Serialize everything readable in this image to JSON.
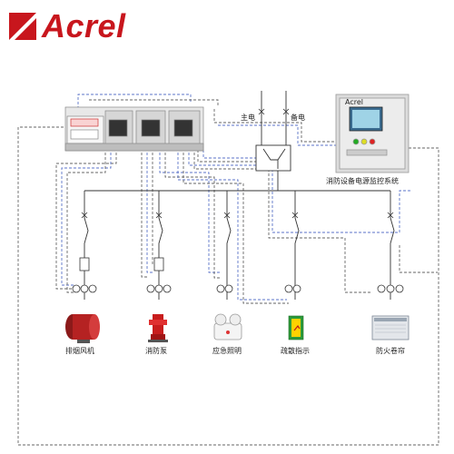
{
  "brand": {
    "name": "Acrel",
    "color": "#c8161d"
  },
  "colors": {
    "line": "#555555",
    "dash_gray": "#666666",
    "dash_blue": "#5b73c9"
  },
  "supply": {
    "main": "主电",
    "backup": "备电"
  },
  "monitor": {
    "label": "消防设备电源监控系统",
    "panel_logo": "Acrel"
  },
  "loads": [
    {
      "label": "排烟风机",
      "icon": "smoke-exhaust-fan-icon"
    },
    {
      "label": "消防泵",
      "icon": "fire-pump-icon"
    },
    {
      "label": "应急照明",
      "icon": "emergency-light-icon"
    },
    {
      "label": "疏散指示",
      "icon": "exit-sign-icon"
    },
    {
      "label": "防火卷帘",
      "icon": "fire-shutter-icon"
    }
  ]
}
